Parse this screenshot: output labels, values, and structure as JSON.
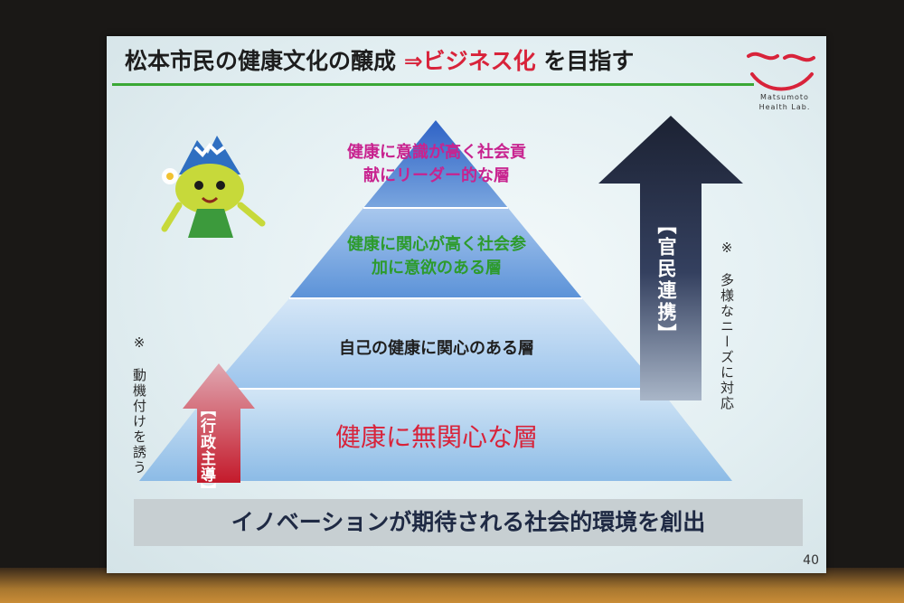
{
  "slide": {
    "title_part1": "松本市民の健康文化の醸成 ",
    "title_accent": "⇒ビジネス化",
    "title_part2": " を目指す",
    "logo_line1": "Matsumoto",
    "logo_line2": "Health Lab.",
    "pyramid_layers": [
      {
        "line1": "健康に意識が高く社会貢",
        "line2": "献にリーダー的な層"
      },
      {
        "line1": "健康に関心が高く社会参",
        "line2": "加に意欲のある層"
      },
      {
        "line1": "自己の健康に関心のある層"
      },
      {
        "line1": "健康に無関心な層"
      }
    ],
    "arrow_right_label": "【官民連携】",
    "arrow_left_label": "【行政主導】",
    "note_right": "※　多様なニーズに対応",
    "note_left": "※　動機付けを誘う",
    "banner": "イノベーションが期待される社会的環境を創出",
    "page_number": "40",
    "colors": {
      "accent_red": "#d8233a",
      "green_line": "#3aa835",
      "top_layer_text": "#c8238f",
      "second_layer_text": "#2d9b2d",
      "arrow_dark": "#1c2233",
      "arrow_red": "#c41a2b"
    }
  }
}
